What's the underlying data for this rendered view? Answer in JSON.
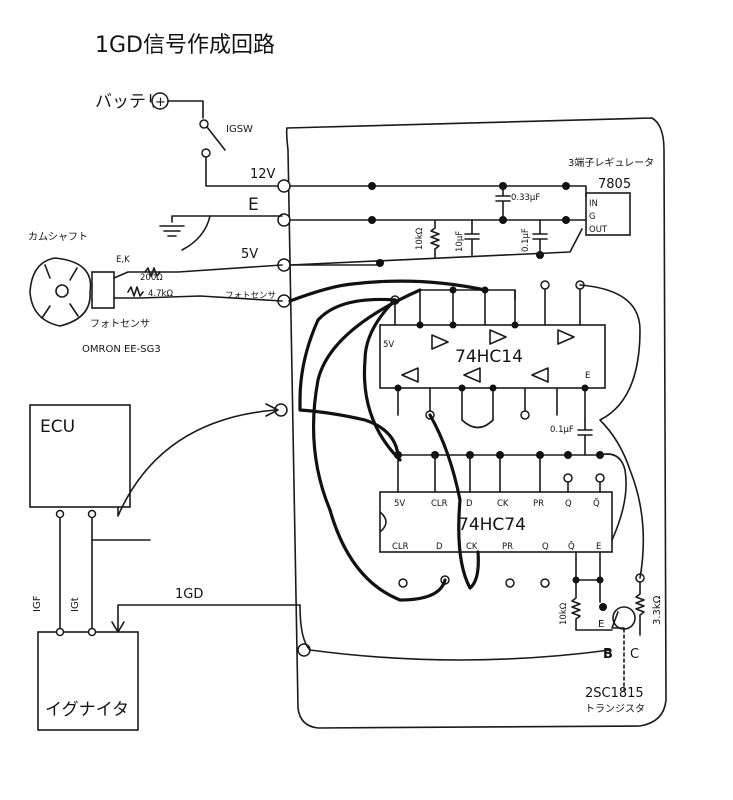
{
  "title": "1GD信号作成回路",
  "labels": {
    "battery": "バッテリ",
    "battery_plus": "+",
    "ig_sw": "IGSW",
    "v12": "12V",
    "ground": "E",
    "v5": "5V",
    "photo_sensor_line": "フォトセンサ",
    "regulator_title": "3端子レギュレータ",
    "regulator_part": "7805",
    "reg_in": "IN",
    "reg_g": "G",
    "reg_out": "OUT",
    "cap_033": "0.33μF",
    "res_10k": "10kΩ",
    "cap_10u": "10μF",
    "cap_01_a": "0.1μF",
    "camshaft": "カムシャフト",
    "ek": "E,K",
    "res_200": "200Ω",
    "res_47k": "4.7kΩ",
    "photo_sensor": "フォトセンサ",
    "omron": "OMRON EE-SG3",
    "ecu": "ECU",
    "igf": "IGF",
    "igt": "IGt",
    "igniter": "イグナイタ",
    "sig_1gd": "1GD",
    "ic1_name": "74HC14",
    "ic1_5v": "5V",
    "ic1_e": "E",
    "cap_01_b": "0.1μF",
    "ic2_name": "74HC74",
    "ic2_top": [
      "5V",
      "CLR",
      "D",
      "CK",
      "PR",
      "Q",
      "Q̄"
    ],
    "ic2_bottom": [
      "CLR",
      "D",
      "CK",
      "PR",
      "Q",
      "Q̄",
      "E"
    ],
    "res_10k_b": "10kΩ",
    "res_33k": "3.3kΩ",
    "tr_e": "E",
    "tr_b": "B",
    "tr_c": "C",
    "transistor_part": "2SC1815",
    "transistor_word": "トランジスタ"
  }
}
